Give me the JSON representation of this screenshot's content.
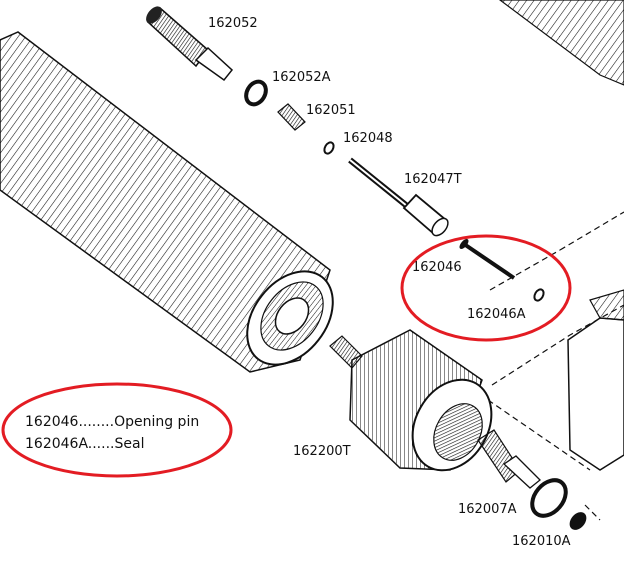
{
  "part_labels": {
    "p162052": "162052",
    "p162052A": "162052A",
    "p162051": "162051",
    "p162048": "162048",
    "p162047T": "162047T",
    "p162046": "162046",
    "p162046A": "162046A",
    "p162200T": "162200T",
    "p162007A": "162007A",
    "p162010A": "162010A"
  },
  "legend": [
    {
      "code": "162046",
      "dots": "........",
      "desc": "Opening pin"
    },
    {
      "code": "162046A",
      "dots": "......",
      "desc": "Seal"
    }
  ],
  "colors": {
    "highlight": "#e31c23",
    "line": "#111111"
  }
}
